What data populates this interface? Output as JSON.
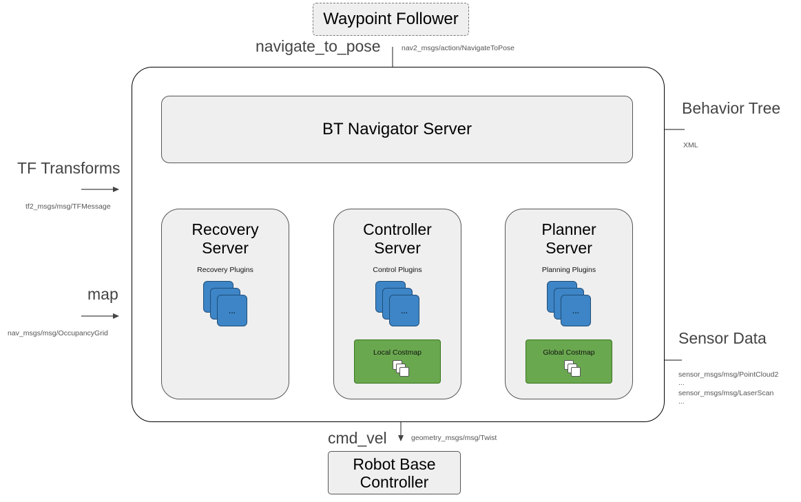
{
  "waypoint_follower": {
    "label": "Waypoint Follower"
  },
  "navigate_to_pose": {
    "name": "navigate_to_pose",
    "type": "nav2_msgs/action/NavigateToPose"
  },
  "bt_navigator": {
    "label": "BT Navigator Server"
  },
  "behavior_tree": {
    "name": "Behavior Tree",
    "type": "XML"
  },
  "tf_transforms": {
    "name": "TF Transforms",
    "type": "tf2_msgs/msg/TFMessage"
  },
  "map_input": {
    "name": "map",
    "type": "nav_msgs/msg/OccupancyGrid"
  },
  "sensor_data": {
    "name": "Sensor Data",
    "types": [
      "sensor_msgs/msg/PointCloud2",
      "...",
      "sensor_msgs/msg/LaserScan",
      "..."
    ]
  },
  "servers": [
    {
      "title_line1": "Recovery",
      "title_line2": "Server",
      "plugins_label": "Recovery Plugins",
      "plugin_glyph": "...",
      "costmap": ""
    },
    {
      "title_line1": "Controller",
      "title_line2": "Server",
      "plugins_label": "Control Plugins",
      "plugin_glyph": "...",
      "costmap": "Local Costmap"
    },
    {
      "title_line1": "Planner",
      "title_line2": "Server",
      "plugins_label": "Planning Plugins",
      "plugin_glyph": "...",
      "costmap": "Global Costmap"
    }
  ],
  "cmd_vel": {
    "name": "cmd_vel",
    "type": "geometry_msgs/msg/Twist"
  },
  "robot_base": {
    "line1": "Robot Base",
    "line2": "Controller"
  },
  "colors": {
    "plugin_blue": "#3d85c6",
    "costmap_green": "#6aa84f",
    "box_fill": "#efefef",
    "dashed_border": "#777777"
  }
}
